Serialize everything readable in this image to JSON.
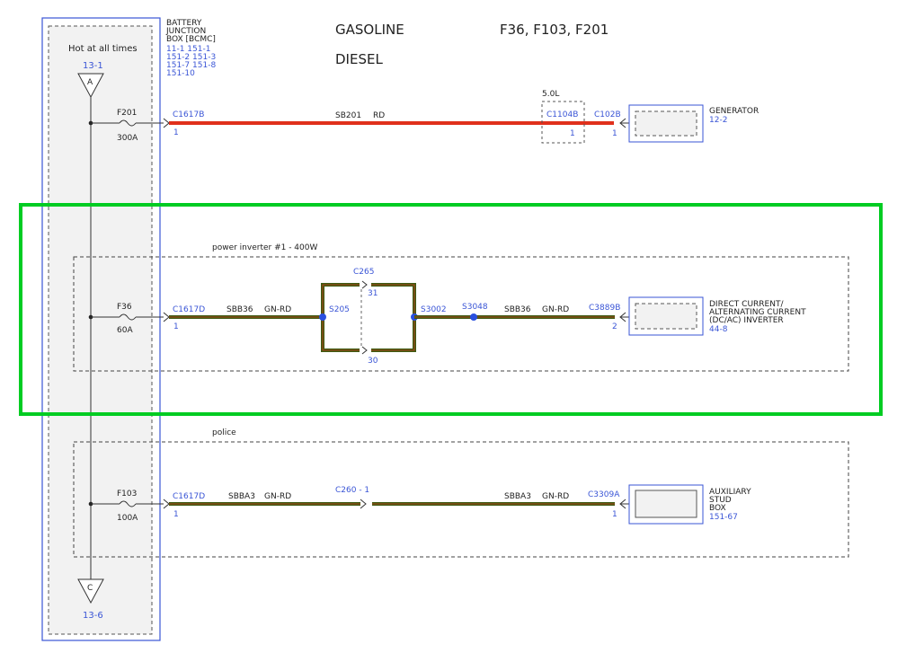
{
  "header": {
    "title_gasoline": "GASOLINE",
    "title_diesel": "DIESEL",
    "fuses": "F36, F103, F201"
  },
  "bjb": {
    "name_lines": [
      "BATTERY",
      "JUNCTION",
      "BOX [BCMC]"
    ],
    "ref_lines": [
      "11-1  151-1",
      "151-2 151-3",
      "151-7 151-8",
      "151-10"
    ],
    "hot_label": "Hot at all times",
    "top_ref": "13-1",
    "top_letter": "A",
    "bottom_letter": "C",
    "bottom_ref": "13-6"
  },
  "circuits": [
    {
      "fuse": "F201",
      "amps": "300A",
      "connector": "C1617B",
      "pin": "1",
      "wire": "SB201",
      "color": "RD",
      "option_label": "5.0L",
      "inline_connector": "C1104B",
      "inline_pin": "1",
      "dest_connector": "C102B",
      "dest_pin": "1",
      "component": [
        "GENERATOR"
      ],
      "component_ref": "12-2"
    },
    {
      "option_label": "power inverter #1 - 400W",
      "fuse": "F36",
      "amps": "60A",
      "connector": "C1617D",
      "pin": "1",
      "wire": "SBB36",
      "color": "GN-RD",
      "splice_left": "S205",
      "connector_mid": "C265",
      "mid_pin_top": "31",
      "mid_pin_bottom": "30",
      "splice_right": "S3002",
      "splice_far": "S3048",
      "wire2": "SBB36",
      "color2": "GN-RD",
      "dest_connector": "C3889B",
      "dest_pin": "2",
      "component": [
        "DIRECT CURRENT/",
        "ALTERNATING CURRENT",
        "(DC/AC) INVERTER"
      ],
      "component_ref": "44-8"
    },
    {
      "option_label": "police",
      "fuse": "F103",
      "amps": "100A",
      "connector": "C1617D",
      "pin": "1",
      "wire": "SBBA3",
      "color": "GN-RD",
      "inline_connector": "C260  -  1",
      "wire2": "SBBA3",
      "color2": "GN-RD",
      "dest_connector": "C3309A",
      "dest_pin": "1",
      "component": [
        "AUXILIARY",
        "STUD",
        "BOX"
      ],
      "component_ref": "151-67"
    }
  ],
  "colors": {
    "ref_blue": "#3a55d6",
    "wire_red": "#e0301c",
    "wire_green": "#3e5a12",
    "wire_green_stripe": "#cc3a1a",
    "highlight": "#00cc22"
  }
}
